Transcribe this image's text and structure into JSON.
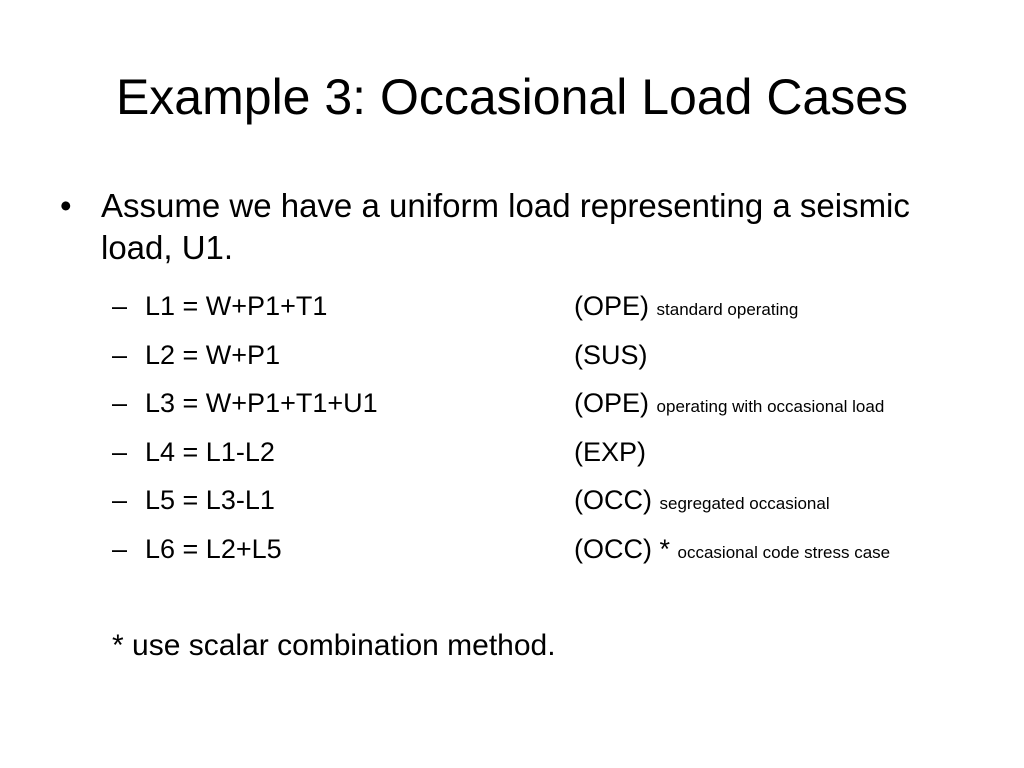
{
  "slide": {
    "title": "Example 3:  Occasional Load Cases",
    "bullet": {
      "symbol": "•",
      "text": "Assume we have a uniform load representing a seismic load, U1."
    },
    "load_cases": [
      {
        "dash": "–",
        "formula": "L1 = W+P1+T1",
        "case_type": "(OPE)",
        "note": "standard operating"
      },
      {
        "dash": "–",
        "formula": "L2 = W+P1",
        "case_type": "(SUS)",
        "note": ""
      },
      {
        "dash": "–",
        "formula": "L3 = W+P1+T1+U1",
        "case_type": "(OPE)",
        "note": "operating with occasional load"
      },
      {
        "dash": "–",
        "formula": "L4 = L1-L2",
        "case_type": "(EXP)",
        "note": ""
      },
      {
        "dash": "–",
        "formula": "L5 = L3-L1",
        "case_type": "(OCC)",
        "note": "segregated occasional"
      },
      {
        "dash": "–",
        "formula": "L6 = L2+L5",
        "case_type": "(OCC) *",
        "note": "occasional code stress case"
      }
    ],
    "footnote": "* use scalar combination method."
  }
}
